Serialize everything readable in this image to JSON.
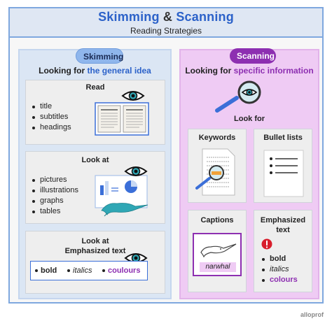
{
  "header": {
    "title_word1": "Skimming",
    "title_amp": "&",
    "title_word2": "Scanning",
    "subtitle": "Reading Strategies"
  },
  "skimming": {
    "pill": "Skimming",
    "lead_prefix": "Looking for ",
    "lead_emphasis": "the general idea",
    "cards": [
      {
        "title": "Read",
        "items": [
          "title",
          "subtitles",
          "headings"
        ]
      },
      {
        "title": "Look at",
        "items": [
          "pictures",
          "illustrations",
          "graphs",
          "tables"
        ]
      },
      {
        "title_line1": "Look at",
        "title_line2": "Emphasized text",
        "items": [
          "bold",
          "italics",
          "coulours"
        ]
      }
    ]
  },
  "scanning": {
    "pill": "Scanning",
    "lead_prefix": "Looking for ",
    "lead_emphasis": "specific information",
    "look_for": "Look for",
    "cards": [
      {
        "title": "Keywords"
      },
      {
        "title": "Bullet lists"
      },
      {
        "title": "Captions",
        "caption": "narwhal"
      },
      {
        "title_line1": "Emphasized",
        "title_line2": "text",
        "items": [
          "bold",
          "italics",
          "colours"
        ]
      }
    ]
  },
  "colors": {
    "accent_blue": "#2c62c9",
    "accent_purple": "#8d2fb1",
    "left_panel": "#dbe6f4",
    "right_panel": "#efcbf4"
  },
  "icons": [
    "eye-icon",
    "book-icon",
    "chart-icon",
    "magnifier-icon",
    "document-icon",
    "bullet-list-icon",
    "narwhal-icon",
    "exclamation-icon"
  ],
  "watermark": "alloprof"
}
